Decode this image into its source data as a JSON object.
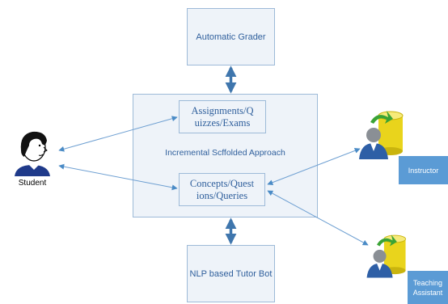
{
  "diagram": {
    "grader": "Automatic Grader",
    "container_title": "Incremental Scffolded Approach",
    "assignments_line1": "Assignments/Q",
    "assignments_line2": "uizzes/Exams",
    "concepts_line1": "Concepts/Quest",
    "concepts_line2": "ions/Queries",
    "tutor_bot": "NLP based Tutor Bot",
    "student": "Student",
    "instructor": "Instructor",
    "ta_line1": "Teaching",
    "ta_line2": "Assistant"
  },
  "colors": {
    "arrow": "#4a8bc6",
    "box_border": "#9dbad8",
    "text": "#2f5f9c",
    "role_label_bg": "#5b9bd5"
  },
  "icons": [
    "student-face-icon",
    "instructor-user-icon",
    "teaching-assistant-user-icon",
    "database-cylinder-icon"
  ]
}
